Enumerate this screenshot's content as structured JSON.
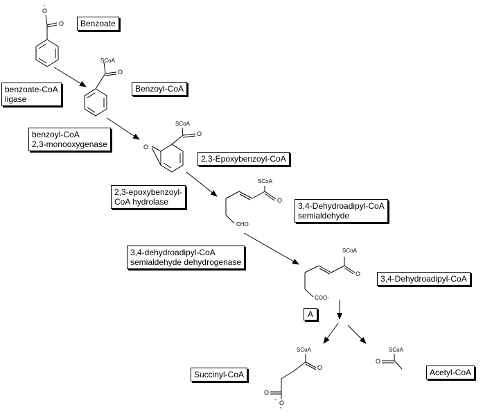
{
  "compounds": {
    "benzoate": "Benzoate",
    "benzoyl_coa": "Benzoyl-CoA",
    "epoxybenzoyl_coa": "2,3-Epoxybenzoyl-CoA",
    "dehydroadipyl_semialdehyde": "3,4-Dehydroadipyl-CoA\nsemialdehyde",
    "dehydroadipyl_coa": "3,4-Dehydroadipyl-CoA",
    "intermediate_a": "A",
    "succinyl_coa": "Succinyl-CoA",
    "acetyl_coa": "Acetyl-CoA"
  },
  "enzymes": {
    "benzoate_coa_ligase": "benzoate-CoA\nligase",
    "benzoyl_coa_monooxygenase": "benzoyl-CoA\n2,3-monooxygenase",
    "epoxybenzoyl_coa_hydrolase": "2,3-epoxybenzoyl-\nCoA hydrolase",
    "semialdehyde_dehydrogenase": "3,4-dehydroadipyl-CoA\nsemialdehyde dehydrogenase"
  },
  "atoms": {
    "oxygen": "O",
    "radical": "·",
    "anion_minus": "-",
    "scoa": "SCoA",
    "cho": "CHO",
    "coo_minus": "COO-"
  }
}
